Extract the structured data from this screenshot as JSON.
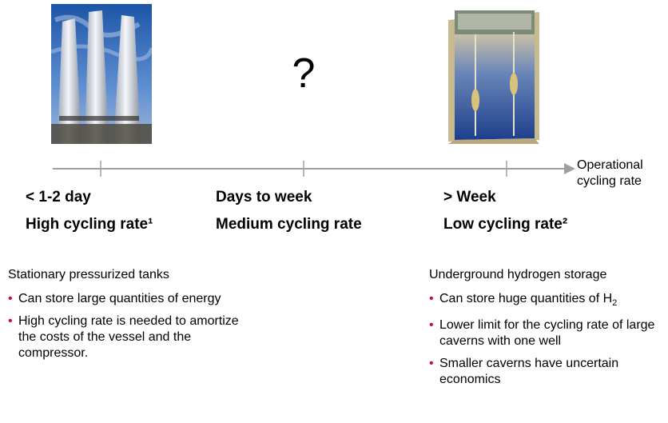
{
  "top": {
    "question": "?"
  },
  "axis": {
    "label_line1": "Operational",
    "label_line2": "cycling rate",
    "color": "#a0a0a0"
  },
  "columns": [
    {
      "range": "< 1-2 day",
      "rate": "High cycling rate¹"
    },
    {
      "range": "Days to week",
      "rate": "Medium cycling rate"
    },
    {
      "range": "> Week",
      "rate": "Low cycling rate²"
    }
  ],
  "left_panel": {
    "intro": "Stationary pressurized tanks",
    "bullets": [
      "Can store large quantities of energy",
      "High cycling rate is needed to amortize the costs of the vessel and the compressor."
    ]
  },
  "right_panel": {
    "intro": "Underground hydrogen storage",
    "bullet1_prefix": "Can store huge quantities of",
    "bullet1_chem": "H",
    "bullet1_sub": "2",
    "bullets": [
      "Lower limit for the cycling rate of large caverns with one well",
      "Smaller caverns have uncertain economics"
    ]
  },
  "colors": {
    "bullet": "#c8102e"
  }
}
